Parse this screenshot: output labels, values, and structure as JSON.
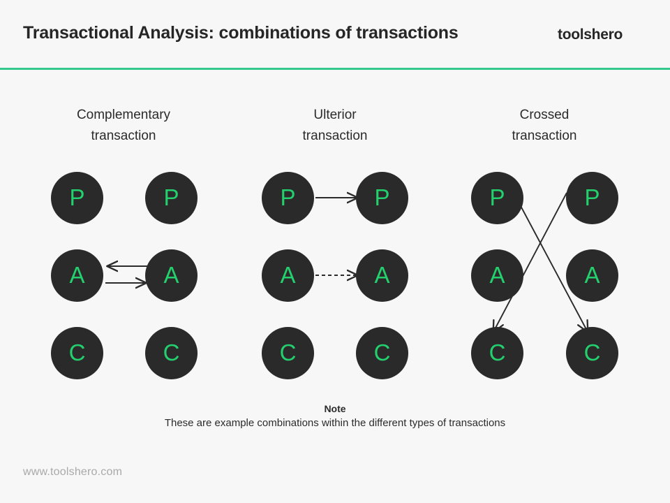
{
  "header": {
    "title": "Transactional Analysis: combinations of transactions",
    "brand": "toolshero",
    "accent_color": "#34c98c"
  },
  "theme": {
    "background": "#f6f7f6",
    "circle_fill": "#2a2a2a",
    "circle_label_color": "#24cf6e",
    "connector_color": "#2b2b2b",
    "text_color": "#2b2b2b",
    "footer_color": "#a9a9a9"
  },
  "diagram": {
    "columns": [
      {
        "id": "complementary",
        "heading_line1": "Complementary",
        "heading_line2": "transaction",
        "nodes": {
          "left_p": "P",
          "right_p": "P",
          "left_a": "A",
          "right_a": "A",
          "left_c": "C",
          "right_c": "C"
        },
        "connectors": [
          {
            "name": "arrow-a-right-to-a-left",
            "style": "solid",
            "direction": "left"
          },
          {
            "name": "arrow-a-left-to-a-right",
            "style": "solid",
            "direction": "right"
          }
        ]
      },
      {
        "id": "ulterior",
        "heading_line1": "Ulterior",
        "heading_line2": "transaction",
        "nodes": {
          "left_p": "P",
          "right_p": "P",
          "left_a": "A",
          "right_a": "A",
          "left_c": "C",
          "right_c": "C"
        },
        "connectors": [
          {
            "name": "arrow-p-left-to-p-right",
            "style": "solid",
            "direction": "right"
          },
          {
            "name": "arrow-a-left-to-a-right",
            "style": "dashed",
            "direction": "right"
          }
        ]
      },
      {
        "id": "crossed",
        "heading_line1": "Crossed",
        "heading_line2": "transaction",
        "nodes": {
          "left_p": "P",
          "right_p": "P",
          "left_a": "A",
          "right_a": "A",
          "left_c": "C",
          "right_c": "C"
        },
        "connectors": [
          {
            "name": "arrow-p-left-to-c-right",
            "style": "solid",
            "direction": "down-right"
          },
          {
            "name": "arrow-p-right-to-c-left",
            "style": "solid",
            "direction": "down-left"
          }
        ]
      }
    ]
  },
  "note": {
    "title": "Note",
    "body": "These are example combinations within the different types of transactions"
  },
  "footer": {
    "url": "www.toolshero.com"
  }
}
